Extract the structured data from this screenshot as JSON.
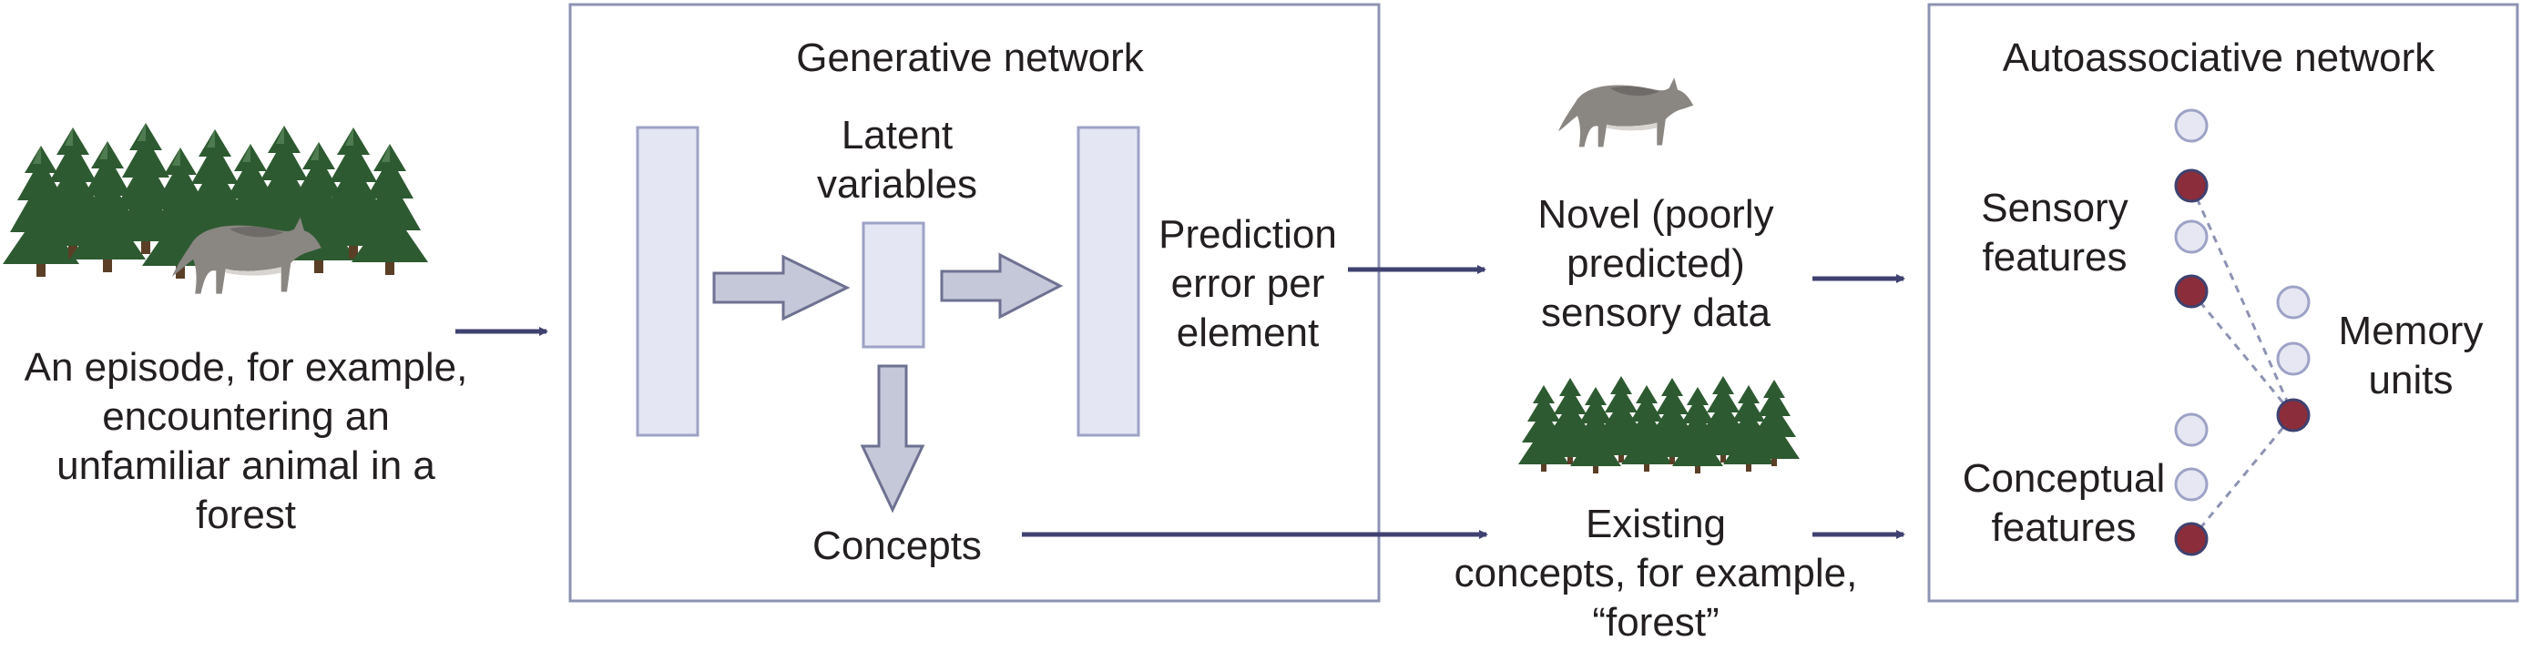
{
  "episode": {
    "lines": [
      "An episode, for example,",
      "encountering an",
      "unfamiliar animal in a",
      "forest"
    ]
  },
  "generative": {
    "title": "Generative network",
    "latent_lines": [
      "Latent",
      "variables"
    ],
    "prediction_lines": [
      "Prediction",
      "error per",
      "element"
    ],
    "concepts": "Concepts"
  },
  "novel": {
    "lines": [
      "Novel (poorly",
      "predicted)",
      "sensory data"
    ]
  },
  "existing": {
    "lines": [
      "Existing",
      "concepts, for example,",
      "“forest”"
    ]
  },
  "autoassociative": {
    "title": "Autoassociative network",
    "sensory_lines": [
      "Sensory",
      "features"
    ],
    "conceptual_lines": [
      "Conceptual",
      "features"
    ],
    "memory_lines": [
      "Memory",
      "units"
    ]
  },
  "colors": {
    "box_border": "#8e93b4",
    "arrow_dark": "#3f4270",
    "layer_fill": "#e4e6f3",
    "layer_stroke": "#9ea2c6",
    "block_arrow_fill": "#c5c8d9",
    "block_arrow_stroke": "#6e7191",
    "node_empty": "#e6e7f2",
    "node_filled": "#8b2d3a",
    "tree": "#2e5a31",
    "wolf": "#8a8682"
  },
  "icons": {
    "forest_with_wolf": "forest-wolf-icon",
    "wolf": "wolf-icon",
    "forest": "forest-icon"
  }
}
